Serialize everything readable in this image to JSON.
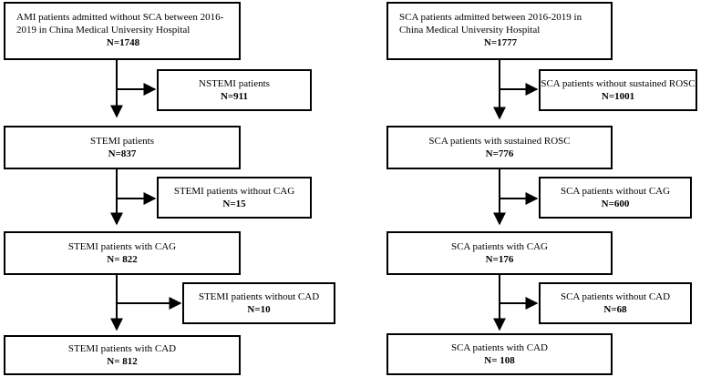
{
  "left": {
    "start": {
      "text": "AMI patients admitted without SCA between 2016-2019 in China Medical University Hospital",
      "n": "N=1748"
    },
    "excl1": {
      "text": "NSTEMI patients",
      "n": "N=911"
    },
    "step1": {
      "text": "STEMI patients",
      "n": "N=837"
    },
    "excl2": {
      "text": "STEMI patients without CAG",
      "n": "N=15"
    },
    "step2": {
      "text": "STEMI patients with CAG",
      "n": "N= 822"
    },
    "excl3": {
      "text": "STEMI patients without CAD",
      "n": "N=10"
    },
    "final": {
      "text": "STEMI patients with CAD",
      "n": "N= 812"
    }
  },
  "right": {
    "start": {
      "text": "SCA patients admitted between 2016-2019 in China Medical University Hospital",
      "n": "N=1777"
    },
    "excl1": {
      "text": "SCA patients without sustained ROSC",
      "n": "N=1001"
    },
    "step1": {
      "text": "SCA patients with sustained ROSC",
      "n": "N=776"
    },
    "excl2": {
      "text": "SCA patients without CAG",
      "n": "N=600"
    },
    "step2": {
      "text": "SCA patients with CAG",
      "n": "N=176"
    },
    "excl3": {
      "text": "SCA patients without CAD",
      "n": "N=68"
    },
    "final": {
      "text": "SCA patients with CAD",
      "n": "N= 108"
    }
  }
}
